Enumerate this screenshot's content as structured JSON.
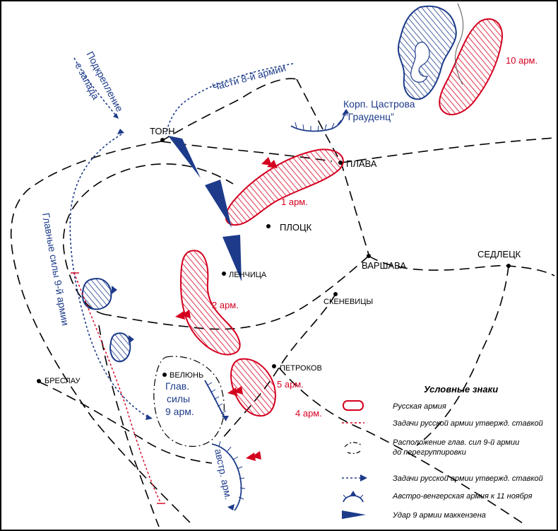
{
  "colors": {
    "russian": "#d4001f",
    "german": "#1d3b8a",
    "road": "#000000"
  },
  "cities": {
    "torn": "ТОРН",
    "plava": "ПЛАВА",
    "plotsk": "ПЛОЦК",
    "lenchitsa": "ЛЕНЧИЦА",
    "varshava": "ВАРШАВА",
    "sedletsk": "СЕДЛЕЦК",
    "skenevitsy": "СКЕНЕВИЦЫ",
    "petrokov": "ПЕТРОКОВ",
    "velyun": "ВЕЛЮНЬ",
    "breslau": "БРЕСЛАУ"
  },
  "armies": {
    "army10": "10 арм.",
    "army1": "1 арм.",
    "army2": "2 арм.",
    "army5": "5 арм.",
    "army4": "4 арм."
  },
  "labels": {
    "reinforcement_1": "Подкрепление",
    "reinforcement_2": "с запада",
    "parts_8": "Части 8-й армии",
    "corps_1": "Корп. Цастрова",
    "corps_2": "“Грауденц”",
    "main_forces_9": "Главные силы 9-й армии",
    "main_1": "Глав.",
    "main_2": "силы",
    "main_3": "9 арм.",
    "austro": "австр. арм."
  },
  "legend": {
    "title": "Условные знаки",
    "items": [
      "Русская армия",
      "Задачи русской армии утвержд. ставкой",
      "Расположение глав. сил 9-й армии",
      "до перегруппировки",
      "Задачи русской армии утвержд. ставкой",
      "Австро-венгерская армия к 11 ноября",
      "Удар 9 армии маккензена"
    ]
  }
}
